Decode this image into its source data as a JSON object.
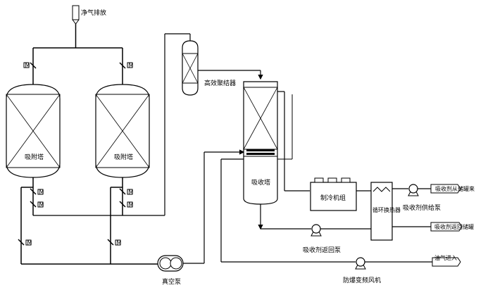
{
  "labels": {
    "vent": "净气排放",
    "adsorber_left": "吸附塔",
    "adsorber_right": "吸附塔",
    "demister": "高效聚结器",
    "absorber": "吸收塔",
    "chiller": "制冷机组",
    "exchanger": "循环换热器",
    "absorbent_in": "吸收剂从储罐来",
    "supply_pump": "吸收剂供给泵",
    "absorbent_return": "吸收剂返回储罐",
    "return_pump": "吸收剂返回泵",
    "oil_gas_in": "油气进入",
    "fan": "防爆变频风机",
    "vacuum_pump": "真空泵"
  },
  "colors": {
    "line": "#000000",
    "background": "#ffffff"
  }
}
